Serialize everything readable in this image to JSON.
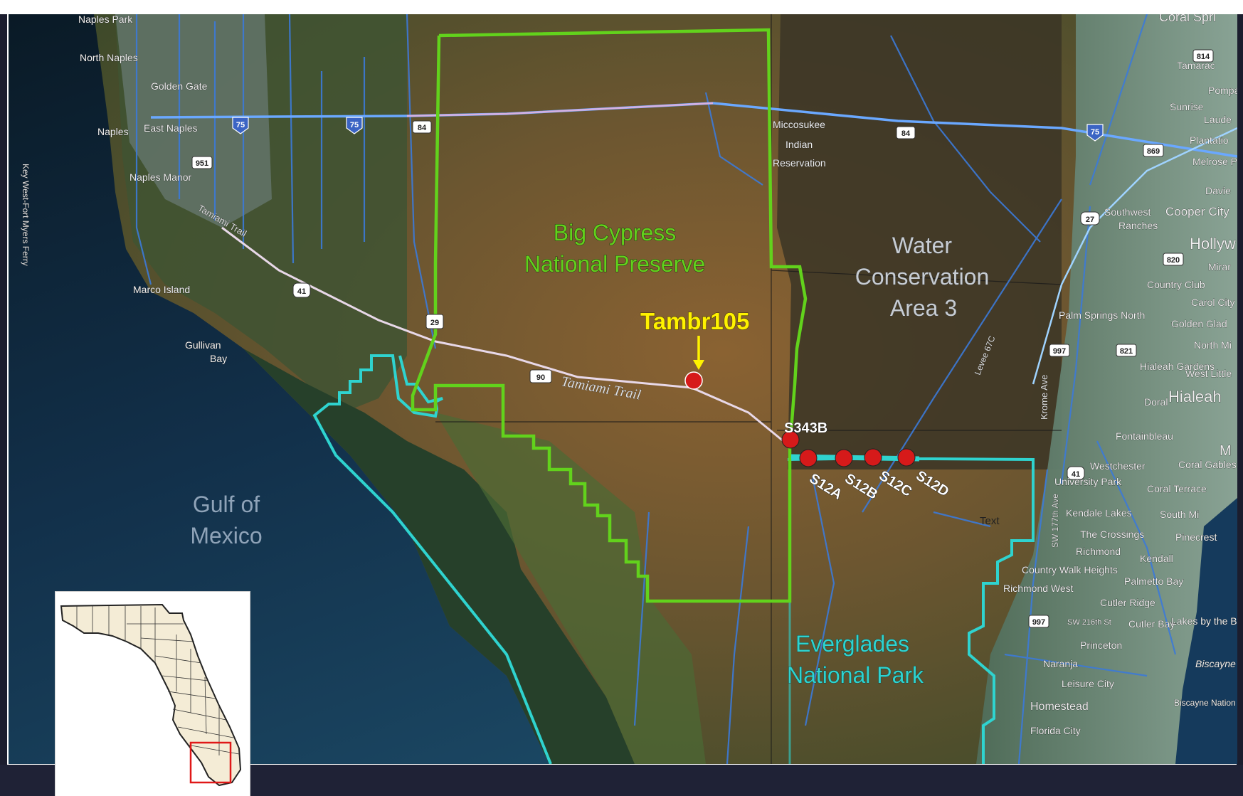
{
  "map": {
    "regions": {
      "big_cypress": {
        "line1": "Big Cypress",
        "line2": "National Preserve"
      },
      "wca3": {
        "line1": "Water",
        "line2": "Conservation",
        "line3": "Area 3"
      },
      "everglades": {
        "line1": "Everglades",
        "line2": "National Park"
      },
      "gulf": {
        "line1": "Gulf of",
        "line2": "Mexico"
      }
    },
    "stations": {
      "tambr": "Tambr105",
      "s343b": "S343B",
      "s12a": "S12A",
      "s12b": "S12B",
      "s12c": "S12C",
      "s12d": "S12D"
    },
    "road_labels": {
      "tamiami": "Tamiami Trail",
      "tamiami_small": "Tamiami Trail",
      "ferry": "Key West-Fort Myers Ferry"
    },
    "route_shields": {
      "i75a": "75",
      "i75b": "75",
      "i75c": "75",
      "r84a": "84",
      "r84b": "84",
      "r951": "951",
      "r41": "41",
      "r29": "29",
      "r90": "90",
      "r27": "27",
      "r997": "997",
      "r821": "821",
      "r869": "869",
      "r814": "814",
      "r820": "820",
      "r41b": "41",
      "r997b": "997"
    },
    "places": {
      "naples_park": "Naples Park",
      "north_naples": "North Naples",
      "golden_gate": "Golden Gate",
      "naples": "Naples",
      "east_naples": "East Naples",
      "naples_manor": "Naples Manor",
      "marco": "Marco Island",
      "gullivan": "Gullivan",
      "bay": "Bay",
      "miccosukee1": "Miccosukee",
      "miccosukee2": "Indian",
      "miccosukee3": "Reservation",
      "coral_springs": "Coral Spri",
      "tamarac": "Tamarac",
      "pompa": "Pompa",
      "sunrise": "Sunrise",
      "lauder": "Laude",
      "plantation": "Plantatio",
      "melrose": "Melrose P",
      "davie": "Davie",
      "southwest_ranches1": "Southwest",
      "southwest_ranches2": "Ranches",
      "cooper_city": "Cooper City",
      "hollywood": "Hollyw",
      "miramar": "Mirar",
      "country_club": "Country Club",
      "carol_city": "Carol City",
      "palm_springs": "Palm Springs North",
      "golden_glades": "Golden Glad",
      "north_miami": "North Mi",
      "hialeah_gardens": "Hialeah Gardens",
      "west_little": "West Little",
      "doral": "Doral",
      "hialeah": "Hialeah",
      "fontainbleau": "Fontainbleau",
      "westchester": "Westchester",
      "coral_gables": "Coral Gables",
      "university_park": "University Park",
      "coral_terrace": "Coral Terrace",
      "kendale_lakes": "Kendale Lakes",
      "south_miami": "South Mi",
      "the_crossings": "The Crossings",
      "pinecrest": "Pinecrest",
      "richmond": "Richmond",
      "kendall": "Kendall",
      "country_walk": "Country Walk Heights",
      "richmond_west": "Richmond West",
      "palmetto_bay": "Palmetto Bay",
      "cutler_ridge": "Cutler Ridge",
      "cutler_bay": "Cutler Bay",
      "lakes_by_bay": "Lakes by the Ba",
      "princeton": "Princeton",
      "naranja": "Naranja",
      "leisure_city": "Leisure City",
      "homestead": "Homestead",
      "florida_city": "Florida City",
      "biscayne_bay": "Biscayne Bay",
      "biscayne_np": "Biscayne Nation",
      "krome": "Krome Ave",
      "sw177": "SW 177th Ave",
      "sw216": "SW 216th St",
      "text": "Text",
      "levee": "Levee 67C",
      "coral_m": "M"
    }
  },
  "colors": {
    "preserve": "#62d21c",
    "park": "#2fd3cf",
    "station": "#d61a1a",
    "highlight": "#fff200",
    "region_gray": "#c7ccd2",
    "road": "#3c7ad8"
  }
}
